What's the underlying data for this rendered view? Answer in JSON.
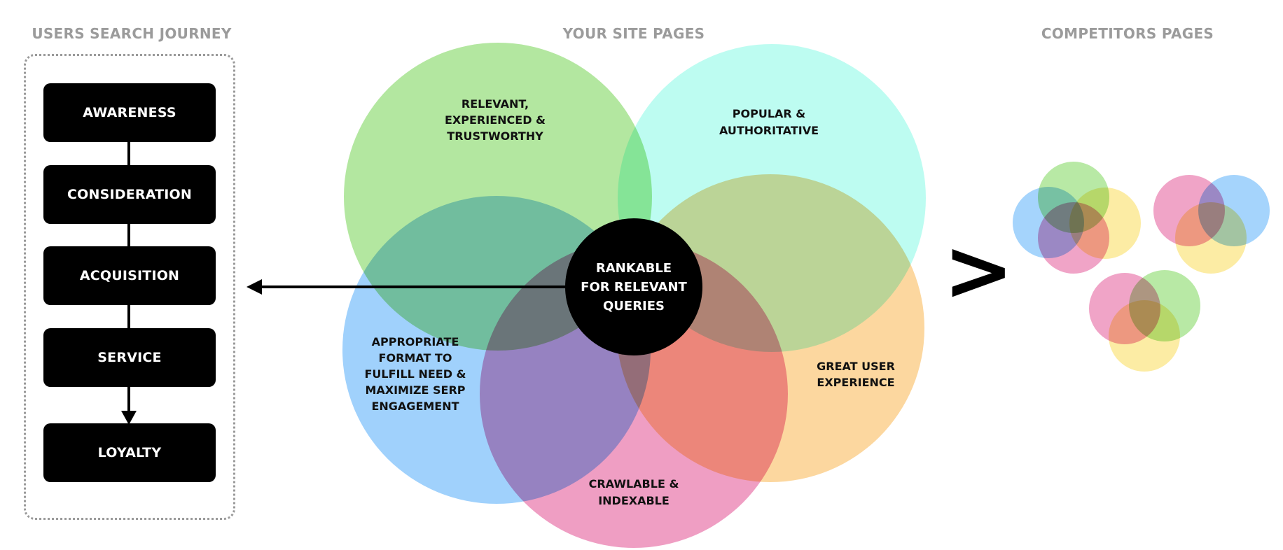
{
  "headings": {
    "journey": "USERS SEARCH JOURNEY",
    "site": "YOUR SITE PAGES",
    "competitors": "COMPETITORS PAGES"
  },
  "journey_stages": [
    "AWARENESS",
    "CONSIDERATION",
    "ACQUISITION",
    "SERVICE",
    "LOYALTY"
  ],
  "venn": {
    "relevant": [
      "RELEVANT,",
      "EXPERIENCED &",
      "TRUSTWORTHY"
    ],
    "popular": [
      "POPULAR &",
      "AUTHORITATIVE"
    ],
    "format": [
      "APPROPRIATE",
      "FORMAT TO",
      "FULFILL NEED &",
      "MAXIMIZE SERP",
      "ENGAGEMENT"
    ],
    "experience": [
      "GREAT USER",
      "EXPERIENCE"
    ],
    "crawlable": [
      "CRAWLABLE &",
      "INDEXABLE"
    ],
    "center": [
      "RANKABLE",
      "FOR RELEVANT",
      "QUERIES"
    ]
  },
  "comparison_symbol": ">",
  "colors": {
    "green": "#a6e38f",
    "cyan": "#b2fbef",
    "blue": "#8fc9fb",
    "orange": "#fcd08e",
    "pink": "#ec8db9",
    "yellow": "#fbe78d",
    "dark": "#000000",
    "heading_gray": "#9b9b9b"
  },
  "icons": {
    "left_arrow": "arrow-left-icon",
    "down_arrow": "arrow-down-icon"
  }
}
